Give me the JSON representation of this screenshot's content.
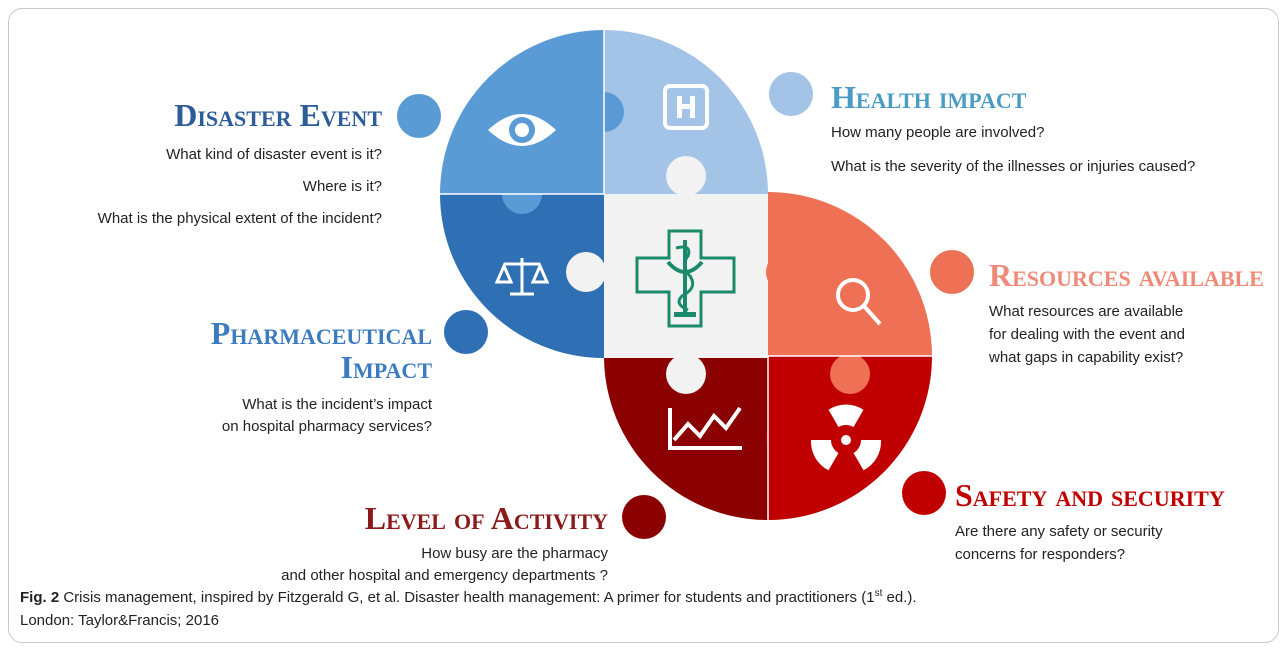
{
  "colors": {
    "disaster": "#5a9bd5",
    "health": "#a3c4e6",
    "pharmaceutical": "#2f6fb3",
    "center": "#f2f2f2",
    "resources": "#ee7055",
    "activity": "#8b0000",
    "safety": "#c00000",
    "health_heading": "#4a9cc4",
    "resources_heading": "#f08a78",
    "pharm_heading": "#3d7bbf",
    "disaster_heading": "#2e5b9a",
    "activity_heading": "#8b1a1a",
    "safety_heading": "#c00000",
    "center_icon": "#1a8a6a"
  },
  "icons": {
    "disaster": "eye-icon",
    "health": "hospital-h-icon",
    "pharmaceutical": "scales-icon",
    "center": "pharmacy-cross-bowl-icon",
    "resources": "magnifier-icon",
    "activity": "line-chart-icon",
    "safety": "radiation-icon"
  },
  "sections": {
    "disaster": {
      "title": "Disaster Event",
      "questions": [
        "What kind of disaster event is it?",
        "Where is it?",
        "What is the physical extent of the incident?"
      ]
    },
    "health": {
      "title": "Health impact",
      "questions": [
        "How many people are involved?",
        "What is the severity of the illnesses or injuries caused?"
      ]
    },
    "pharmaceutical": {
      "title_line1": "Pharmaceutical",
      "title_line2": "Impact",
      "question_line1": "What is the incident’s impact",
      "question_line2": "on hospital pharmacy services?"
    },
    "resources": {
      "title": "Resources available",
      "question_line1": "What resources are available",
      "question_line2": "for dealing with the event and",
      "question_line3": "what gaps in capability exist?"
    },
    "activity": {
      "title": "Level of Activity",
      "question_line1": "How busy are the pharmacy",
      "question_line2": "and other hospital and emergency departments ?"
    },
    "safety": {
      "title": "Safety and security",
      "question_line1": "Are there any safety or security",
      "question_line2": "concerns for responders?"
    }
  },
  "caption": {
    "label": "Fig. 2",
    "text_before_sup": " Crisis management, inspired by Fitzgerald G, et al. Disaster health management: A primer for students and practitioners (1",
    "sup": "st",
    "text_after_sup": " ed.).",
    "line2": "London: Taylor&Francis; 2016"
  }
}
